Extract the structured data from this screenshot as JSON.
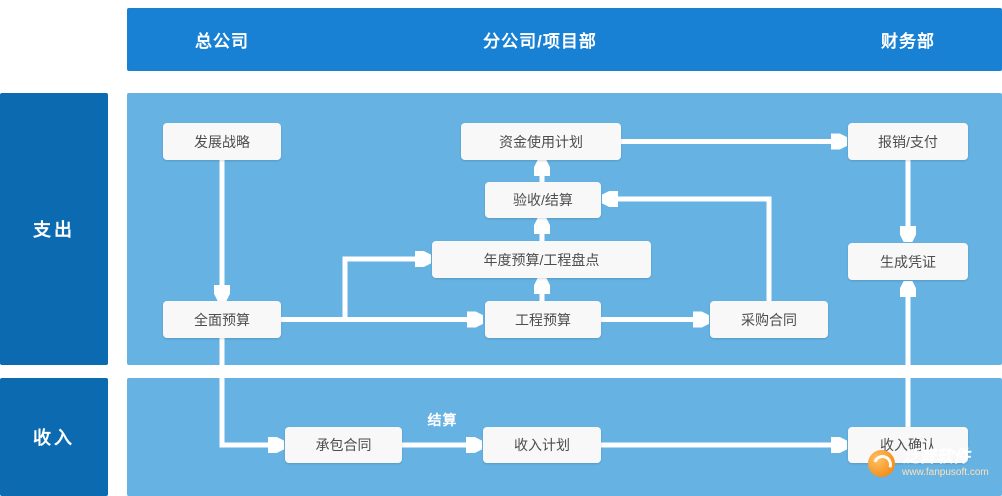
{
  "header": {
    "columns": [
      {
        "label": "总公司"
      },
      {
        "label": "分公司/项目部"
      },
      {
        "label": "财务部"
      }
    ]
  },
  "rows": [
    {
      "label": "支出"
    },
    {
      "label": "收入"
    }
  ],
  "nodes": {
    "development_strategy": "发展战略",
    "fund_usage_plan": "资金使用计划",
    "reimbursement_payment": "报销/支付",
    "acceptance_settlement": "验收/结算",
    "annual_budget_inventory": "年度预算/工程盘点",
    "generate_voucher": "生成凭证",
    "comprehensive_budget": "全面预算",
    "project_budget": "工程预算",
    "purchase_contract": "采购合同",
    "contracting_contract": "承包合同",
    "income_plan": "收入计划",
    "income_confirmation": "收入确认"
  },
  "labels": {
    "settlement": "结算"
  },
  "watermark": {
    "brand": "泛普软件",
    "url": "www.fanpusoft.com"
  },
  "colors": {
    "header_blue": "#1881d4",
    "side_blue": "#0b6ab0",
    "panel_blue": "#66b3e3",
    "box_bg": "#f8f8f8",
    "arrow_white": "#ffffff",
    "logo_orange": "#f07d00"
  }
}
